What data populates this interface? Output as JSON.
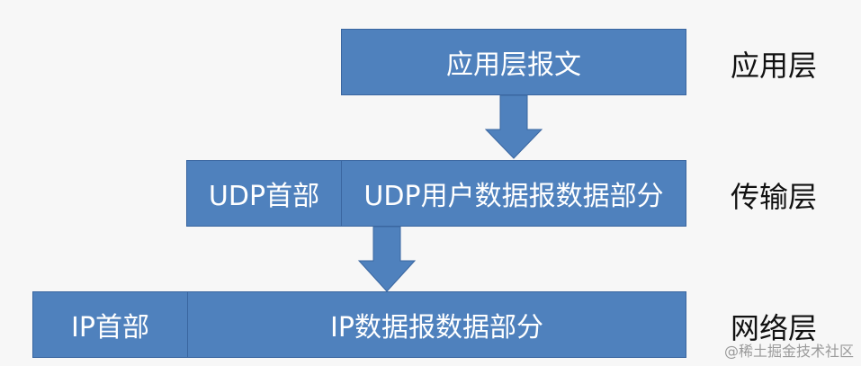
{
  "diagram": {
    "application": {
      "message": "应用层报文",
      "layer": "应用层"
    },
    "transport": {
      "header": "UDP首部",
      "data": "UDP用户数据报数据部分",
      "layer": "传输层"
    },
    "network": {
      "header": "IP首部",
      "data": "IP数据报数据部分",
      "layer": "网络层"
    }
  },
  "watermark": "@稀土掘金技术社区",
  "colors": {
    "box_fill": "#4f81bd",
    "box_border": "#3a66a0",
    "box_text": "#ffffff",
    "label_text": "#111111",
    "background": "#f7f7f7"
  }
}
